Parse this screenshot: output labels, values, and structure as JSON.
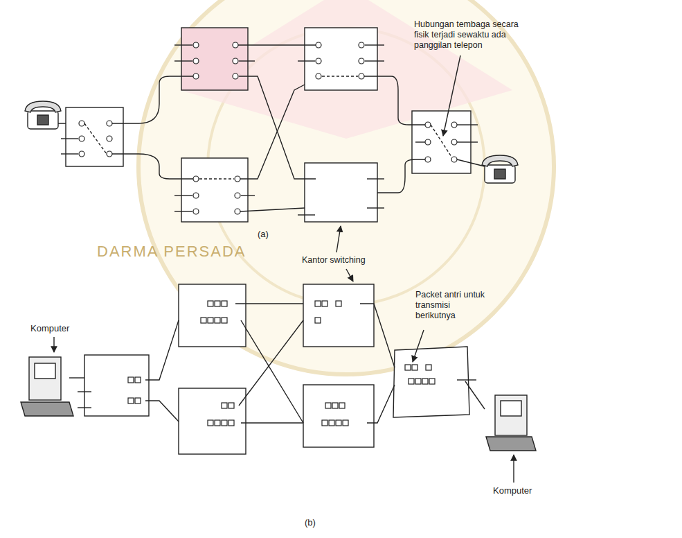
{
  "diagram": {
    "labels": [
      "Hubungan tembaga secara fisik terjadi sewaktu ada panggilan telepon",
      "(a)",
      "Kantor switching",
      "Komputer",
      "Packet antri untuk transmisi berikutnya",
      "Komputer",
      "(b)",
      "DARMA PERSADA"
    ]
  }
}
